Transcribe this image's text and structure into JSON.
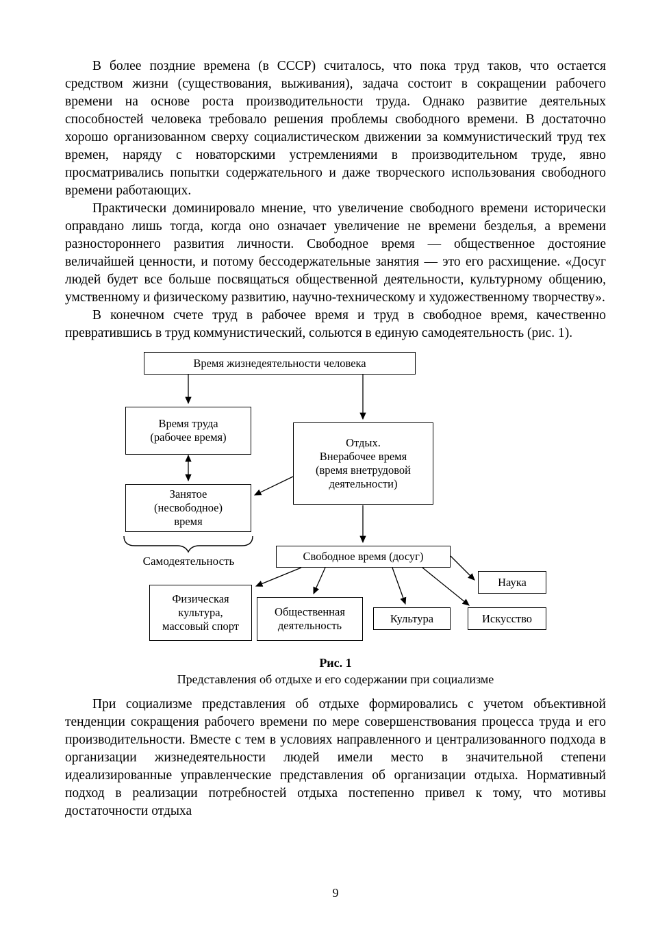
{
  "page": {
    "number": "9"
  },
  "paragraphs": {
    "p1": "В более поздние времена (в СССР) считалось, что пока труд таков, что остается средством жизни (существования, выживания), задача состоит в сокращении рабочего времени на основе роста производительности труда. Однако развитие деятельных способностей человека требовало решения проблемы свободного времени. В достаточно хорошо организованном сверху социалистическом движении за коммунистический труд тех времен, наряду с новаторскими устремлениями в производительном труде, явно просматривались попытки содержательного и даже творческого использования свободного времени работающих.",
    "p2": "Практически доминировало мнение, что увеличение свободного времени исторически оправдано лишь тогда, когда оно означает увеличение не времени безделья, а времени разностороннего развития личности. Свободное время — общественное достояние величайшей ценности, и потому бессодержательные занятия — это его расхищение. «Досуг людей будет все больше посвящаться общественной деятельности, культурному общению, умственному и физическому развитию, научно-техническому и художественному творчеству».",
    "p3": "В конечном счете труд в рабочее время и труд в свободное время, качественно превратившись в труд коммунистический, сольются в единую самодеятельность (рис. 1).",
    "p4": "При социализме представления об отдыхе формировались с учетом объективной тенденции сокращения рабочего времени по мере совершенствования процесса труда и его производительности. Вместе с тем в условиях направленного и централизованного подхода в организации жизнедеятельности людей имели место в значительной степени идеализированные управленческие представления об организации отдыха. Нормативный подход в реализации потребностей отдыха постепенно привел к тому, что мотивы достаточности отдыха"
  },
  "figure": {
    "caption_label": "Рис. 1",
    "caption_text": "Представления об отдыхе и его содержании при социализме",
    "brace_label": "Самодеятельность",
    "boxes": {
      "life_time": "Время жизнедеятельности человека",
      "work_time": "Время труда\n(рабочее время)",
      "rest": "Отдых.\nВнерабочее время\n(время внетрудовой\nдеятельности)",
      "busy_time": "Занятое\n(несвободное)\nвремя",
      "free_time": "Свободное время (досуг)",
      "physical_culture": "Физическая\nкультура,\nмассовый спорт",
      "social_activity": "Общественная\nдеятельность",
      "culture": "Культура",
      "art": "Искусство",
      "science": "Наука"
    }
  }
}
